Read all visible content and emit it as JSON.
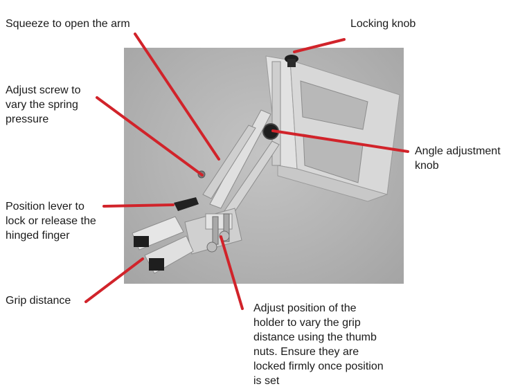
{
  "labels": {
    "squeeze": "Squeeze to open the arm",
    "locking_knob": "Locking knob",
    "spring_screw": "Adjust screw to\nvary the spring\npressure",
    "angle_knob": "Angle adjustment\nknob",
    "position_lever": "Position lever to\nlock or release the\nhinged finger",
    "grip_distance": "Grip distance",
    "holder_position": "Adjust position of the\nholder to vary the grip\ndistance using the thumb\nnuts. Ensure they are\nlocked firmly once position\nis set"
  },
  "colors": {
    "callout_line": "#d1232a",
    "photo_background": "#b8b8b8",
    "aluminium": "#dcdcdc",
    "knob": "#1e1e1e"
  }
}
